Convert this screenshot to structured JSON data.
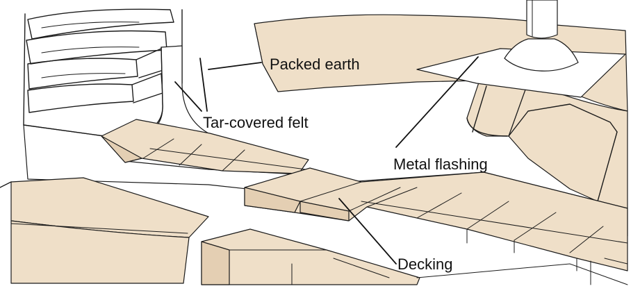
{
  "labels": {
    "packed_earth": "Packed earth",
    "tar_covered_felt": "Tar-covered felt",
    "metal_flashing": "Metal flashing",
    "decking": "Decking"
  },
  "colors": {
    "tan": "#efdfc8",
    "tan_dark": "#e4cfb3",
    "paper": "#ffffff",
    "line": "#1a1a1a"
  }
}
